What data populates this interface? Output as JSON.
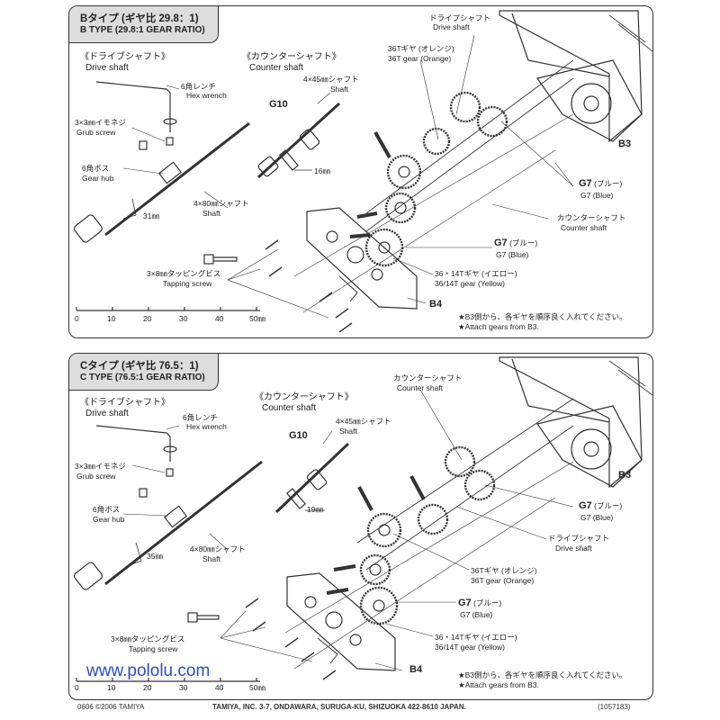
{
  "panel_b": {
    "title_jp": "Bタイプ (ギヤ比 29.8：1)",
    "title_en": "B TYPE (29.8:1 GEAR RATIO)",
    "drive_shaft_jp": "《ドライブシャフト》",
    "drive_shaft_en": "Drive shaft",
    "counter_shaft_jp": "《カウンターシャフト》",
    "counter_shaft_en": "Counter shaft",
    "hex_wrench_jp": "6角レンチ",
    "hex_wrench_en": "Hex wrench",
    "grub_screw_jp": "3×3㎜イモネジ",
    "grub_screw_en": "Grub screw",
    "gear_hub_jp": "6角ボス",
    "gear_hub_en": "Gear hub",
    "shaft80_jp": "4×80㎜シャフト",
    "shaft80_en": "Shaft",
    "dim31": "31㎜",
    "g10": "G10",
    "shaft45_jp": "4×45㎜シャフト",
    "shaft45_en": "Shaft",
    "dim16": "16㎜",
    "tapping_jp": "3×8㎜タッピングビス",
    "tapping_en": "Tapping screw",
    "ds_top_jp": "ドライブシャフト",
    "ds_top_en": "Drive shaft",
    "gear36_jp": "36Tギヤ (オレンジ)",
    "gear36_en": "36T gear (Orange)",
    "b3": "B3",
    "g7a": "G7",
    "g7a_jp": "(ブルー)",
    "g7a_en": "G7 (Blue)",
    "cs_jp": "カウンターシャフト",
    "cs_en": "Counter shaft",
    "g7b": "G7",
    "g7b_jp": "(ブルー)",
    "g7b_en": "G7 (Blue)",
    "gear3614_jp": "36・14Tギヤ (イエロー)",
    "gear3614_en": "36/14T gear (Yellow)",
    "b4": "B4",
    "note_jp": "★B3側から、各ギヤを順序良く入れてください。",
    "note_en": "★Attach gears from B3.",
    "ruler": [
      "0",
      "10",
      "20",
      "30",
      "40",
      "50㎜"
    ]
  },
  "panel_c": {
    "title_jp": "Cタイプ (ギヤ比 76.5：1)",
    "title_en": "C TYPE (76.5:1 GEAR RATIO)",
    "drive_shaft_jp": "《ドライブシャフト》",
    "drive_shaft_en": "Drive shaft",
    "counter_shaft_jp": "《カウンターシャフト》",
    "counter_shaft_en": "Counter shaft",
    "hex_wrench_jp": "6角レンチ",
    "hex_wrench_en": "Hex wrench",
    "grub_screw_jp": "3×3㎜イモネジ",
    "grub_screw_en": "Grub screw",
    "gear_hub_jp": "6角ボス",
    "gear_hub_en": "Gear hub",
    "shaft80_jp": "4×80㎜シャフト",
    "shaft80_en": "Shaft",
    "dim35": "35㎜",
    "g10": "G10",
    "shaft45_jp": "4×45㎜シャフト",
    "shaft45_en": "Shaft",
    "dim19": "19㎜",
    "tapping_jp": "3×8㎜タッピングビス",
    "tapping_en": "Tapping screw",
    "cs_top_jp": "カウンターシャフト",
    "cs_top_en": "Counter shaft",
    "b3": "B3",
    "g7a": "G7",
    "g7a_jp": "(ブルー)",
    "g7a_en": "G7 (Blue)",
    "ds_jp": "ドライブシャフト",
    "ds_en": "Drive shaft",
    "gear36_jp": "36Tギヤ (オレンジ)",
    "gear36_en": "36T gear (Orange)",
    "g7b": "G7",
    "g7b_jp": "(ブルー)",
    "g7b_en": "G7 (Blue)",
    "gear3614_jp": "36・14Tギヤ (イエロー)",
    "gear3614_en": "36/14T gear (Yellow)",
    "b4": "B4",
    "note_jp": "★B3側から、各ギヤを順序良く入れてください。",
    "note_en": "★Attach gears from B3.",
    "ruler": [
      "0",
      "10",
      "20",
      "30",
      "40",
      "50㎜"
    ]
  },
  "watermark_url": "www.pololu.com",
  "footer": {
    "left": "0606 ©2006 TAMIYA",
    "center": "TAMIYA, INC. 3-7, ONDAWARA, SURUGA-KU, SHIZUOKA 422-8610 JAPAN.",
    "right": "(1057183)"
  },
  "colors": {
    "line": "#333333",
    "url": "#2a4fbf",
    "header_bg": "#dddddd"
  }
}
